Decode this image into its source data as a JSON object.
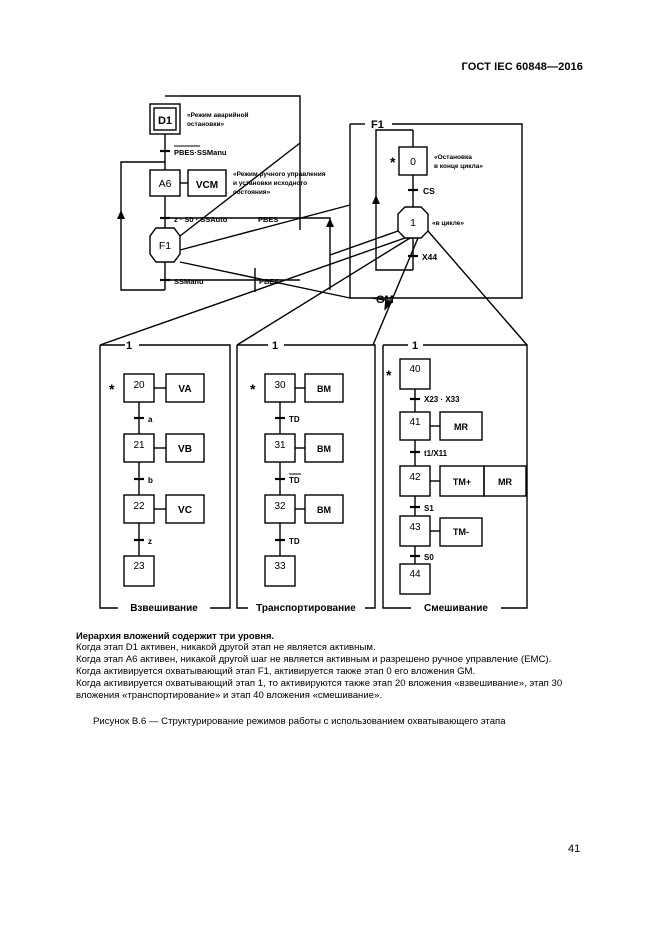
{
  "header": {
    "standard": "ГОСТ IEC 60848—2016"
  },
  "diagram": {
    "d1": "D1",
    "d1_note_1": "«Режим аварийной",
    "d1_note_2": "остановки»",
    "t_pbes": "PBES·SSManu",
    "a6": "A6",
    "vcm": "VCM",
    "a6_note_1": "«Режим ручного управления",
    "a6_note_2": "и установки исходного",
    "a6_note_3": "состояния»",
    "t_zs0": "z · S0 · SSAuto",
    "t_fbes_right": "PBES",
    "f1": "F1",
    "t_ssmanu": "SSManu",
    "t_pbes_bottom": "PBES",
    "f1_frame": "F1",
    "step0": "0",
    "step0_note_1": "«Остановка",
    "step0_note_2": "в конце цикла»",
    "t_cs": "CS",
    "step1": "1",
    "step1_note": "«в цикле»",
    "t_x44": "X44",
    "gm": "GM",
    "star": "*",
    "weighing": {
      "frame": "1",
      "steps": [
        "20",
        "21",
        "22",
        "23"
      ],
      "actions": [
        "VA",
        "VB",
        "VC"
      ],
      "trans": [
        "a",
        "b",
        "z"
      ],
      "title": "Взвешивание"
    },
    "transport": {
      "frame": "1",
      "steps": [
        "30",
        "31",
        "32",
        "33"
      ],
      "actions": [
        "BM",
        "BM",
        "BM"
      ],
      "trans": [
        "TD",
        "TD",
        "TD"
      ],
      "title": "Транспортирование"
    },
    "mixing": {
      "frame": "1",
      "steps": [
        "40",
        "41",
        "42",
        "43",
        "44"
      ],
      "actions": [
        "MR",
        "TM+",
        "MR",
        "TM-"
      ],
      "trans": [
        "X23 · X33",
        "t1/X11",
        "S1",
        "S0"
      ],
      "title": "Смешивание"
    }
  },
  "notes": {
    "title": "Иерархия вложений содержит три уровня.",
    "lines": [
      "Когда этап D1 активен, никакой другой этап не является активным.",
      "Когда этап A6 активен, никакой другой шаг не является активным и разрешено ручное управление (EMC).",
      "Когда активируется охватывающий этап F1, активируется также этап 0 его вложения GM.",
      "Когда активируется охватывающий этап 1, то активируются также этап 20 вложения «взвешивание», этап 30 вложения «транспортирование» и этап 40 вложения «смешивание»."
    ]
  },
  "caption": "Рисунок B.6 — Структурирование режимов работы с использованием охватывающего этапа",
  "page_number": "41"
}
